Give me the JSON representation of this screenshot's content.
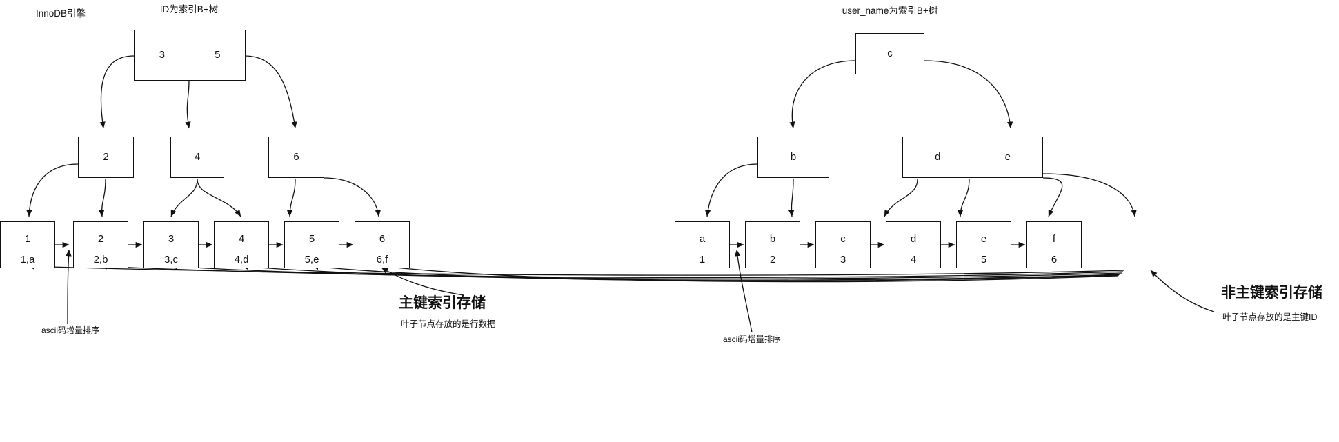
{
  "diagram": {
    "title_left": "InnoDB引擎",
    "title_primary_tree": "ID为索引B+树",
    "title_secondary_tree": "user_name为索引B+树"
  },
  "primary_tree": {
    "root": {
      "cells": [
        "3",
        "5"
      ]
    },
    "internal": [
      {
        "cells": [
          "2"
        ]
      },
      {
        "cells": [
          "4"
        ]
      },
      {
        "cells": [
          "6"
        ]
      }
    ],
    "leaves": [
      {
        "key": "1",
        "row": "1,a"
      },
      {
        "key": "2",
        "row": "2,b"
      },
      {
        "key": "3",
        "row": "3,c"
      },
      {
        "key": "4",
        "row": "4,d"
      },
      {
        "key": "5",
        "row": "5,e"
      },
      {
        "key": "6",
        "row": "6,f"
      }
    ],
    "annotation_order": "ascii码增量排序",
    "heading": "主键索引存储",
    "heading_sub": "叶子节点存放的是行数据"
  },
  "secondary_tree": {
    "root": {
      "cells": [
        "c"
      ]
    },
    "internal": [
      {
        "cells": [
          "b"
        ]
      },
      {
        "cells": [
          "d",
          "e"
        ]
      }
    ],
    "leaves": [
      {
        "key": "a",
        "row": "1"
      },
      {
        "key": "b",
        "row": "2"
      },
      {
        "key": "c",
        "row": "3"
      },
      {
        "key": "d",
        "row": "4"
      },
      {
        "key": "e",
        "row": "5"
      },
      {
        "key": "f",
        "row": "6"
      }
    ],
    "annotation_order": "ascii码增量排序",
    "heading": "非主键索引存储",
    "heading_sub": "叶子节点存放的是主键ID"
  },
  "colors": {
    "stroke": "#111111",
    "fill": "#ffffff",
    "text": "#111111"
  }
}
